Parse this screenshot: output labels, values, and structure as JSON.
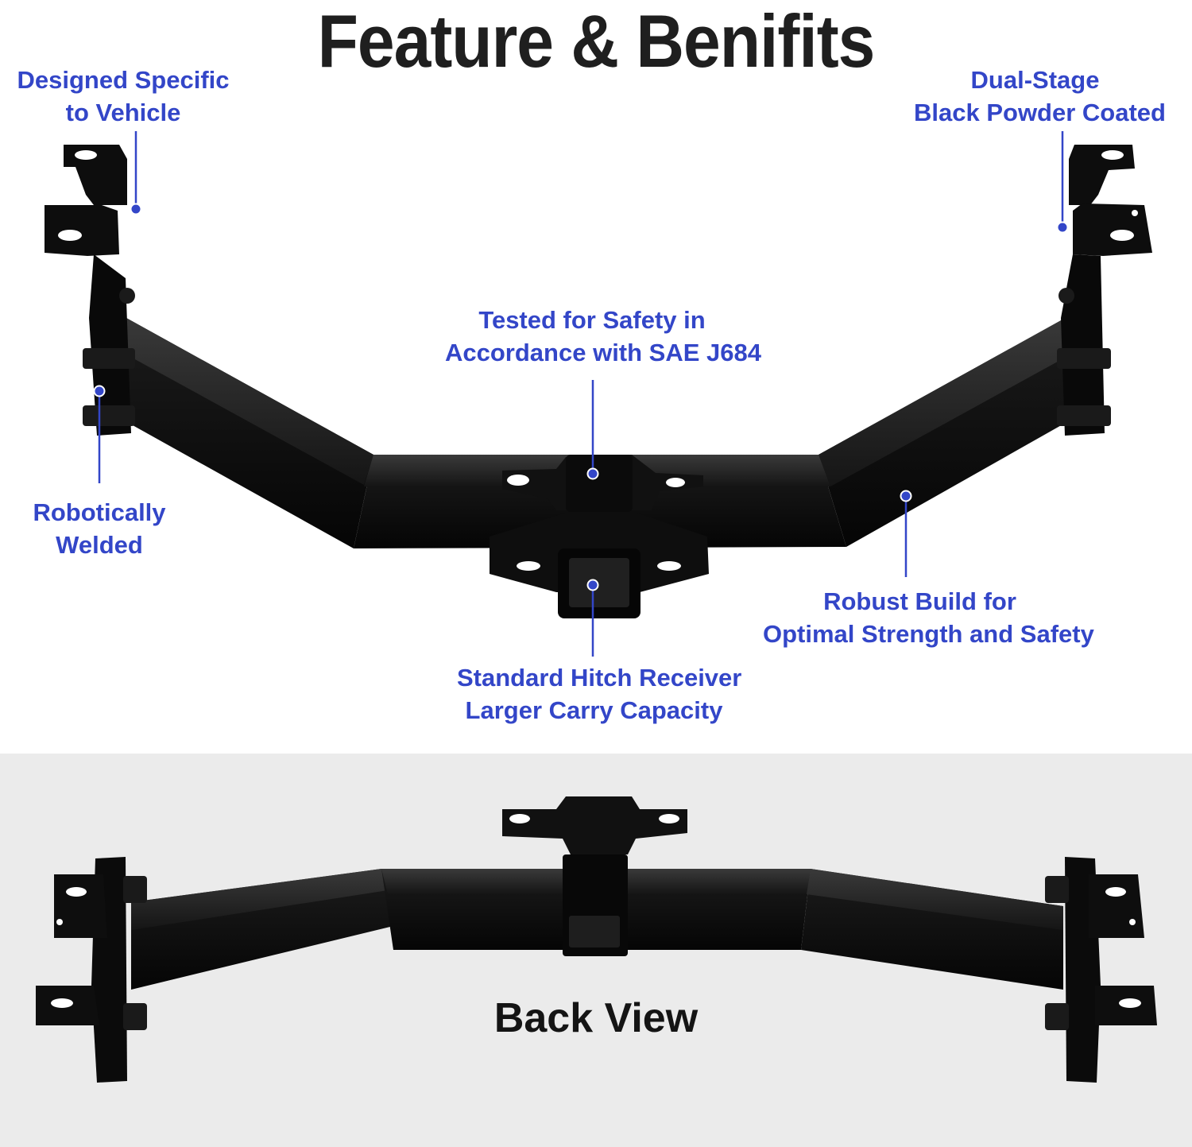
{
  "title": "Feature & Benifits",
  "callouts": {
    "designed": [
      "Designed Specific",
      "to Vehicle"
    ],
    "dual_stage": [
      "Dual-Stage",
      "Black Powder Coated"
    ],
    "tested": [
      "Tested for Safety in",
      "Accordance with SAE J684"
    ],
    "robotic": [
      "Robotically",
      "Welded"
    ],
    "robust": [
      "Robust Build for",
      "Optimal Strength and Safety"
    ],
    "receiver": [
      "Standard Hitch Receiver",
      "Larger Carry Capacity"
    ]
  },
  "back_view_label": "Back View",
  "colors": {
    "callout": "#3346c8",
    "title": "#1f1f1f",
    "steel": "#111111",
    "panel": "#ebebeb"
  }
}
